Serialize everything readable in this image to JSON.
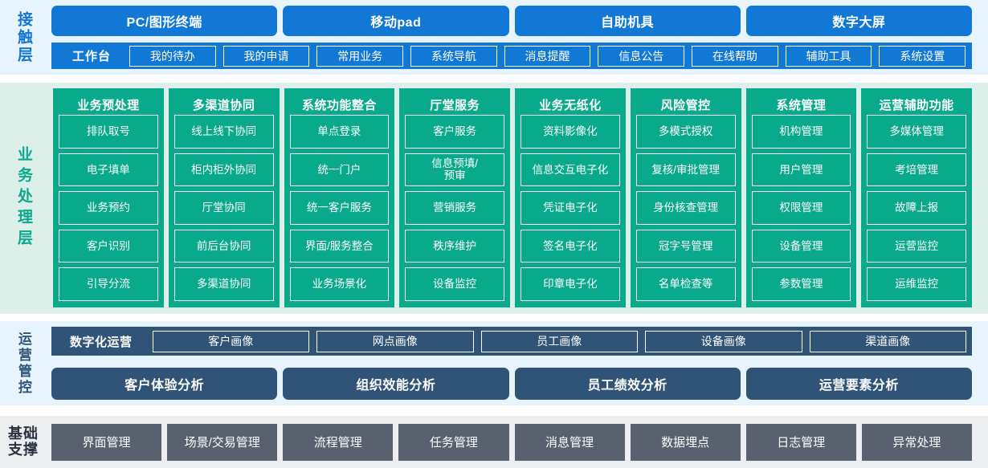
{
  "layers": {
    "touch": {
      "label": "接触层",
      "channels": [
        "PC/图形终端",
        "移动pad",
        "自助机具",
        "数字大屏"
      ],
      "workbench_title": "工作台",
      "workbench_items": [
        "我的待办",
        "我的申请",
        "常用业务",
        "系统导航",
        "消息提醒",
        "信息公告",
        "在线帮助",
        "辅助工具",
        "系统设置"
      ],
      "accent": "#1278d6",
      "background": "#e8f4fd"
    },
    "business": {
      "label": "业务处理层",
      "accent": "#09a98c",
      "background": "#dcefe9",
      "columns": [
        {
          "title": "业务预处理",
          "items": [
            "排队取号",
            "电子填单",
            "业务预约",
            "客户识别",
            "引导分流"
          ]
        },
        {
          "title": "多渠道协同",
          "items": [
            "线上线下协同",
            "柜内柜外协同",
            "厅堂协同",
            "前后台协同",
            "多渠道协同"
          ]
        },
        {
          "title": "系统功能整合",
          "items": [
            "单点登录",
            "统一门户",
            "统一客户服务",
            "界面/服务整合",
            "业务场景化"
          ]
        },
        {
          "title": "厅堂服务",
          "items": [
            "客户服务",
            "信息预填/\n预审",
            "营销服务",
            "秩序维护",
            "设备监控"
          ]
        },
        {
          "title": "业务无纸化",
          "items": [
            "资料影像化",
            "信息交互电子化",
            "凭证电子化",
            "签名电子化",
            "印章电子化"
          ]
        },
        {
          "title": "风险管控",
          "items": [
            "多模式授权",
            "复核/审批管理",
            "身份核查管理",
            "冠字号管理",
            "名单检查等"
          ]
        },
        {
          "title": "系统管理",
          "items": [
            "机构管理",
            "用户管理",
            "权限管理",
            "设备管理",
            "参数管理"
          ]
        },
        {
          "title": "运营辅助功能",
          "items": [
            "多媒体管理",
            "考培管理",
            "故障上报",
            "运营监控",
            "运维监控"
          ]
        }
      ]
    },
    "operations": {
      "label": "运营管控",
      "accent": "#2f5478",
      "background": "#e8f4fd",
      "portrait_title": "数字化运营",
      "portrait_items": [
        "客户画像",
        "网点画像",
        "员工画像",
        "设备画像",
        "渠道画像"
      ],
      "analysis_items": [
        "客户体验分析",
        "组织效能分析",
        "员工绩效分析",
        "运营要素分析"
      ]
    },
    "base": {
      "label_line1": "基础",
      "label_line2": "支撑",
      "accent": "#59616e",
      "background": "#eceef0",
      "items": [
        "界面管理",
        "场景/交易管理",
        "流程管理",
        "任务管理",
        "消息管理",
        "数据埋点",
        "日志管理",
        "异常处理"
      ]
    }
  }
}
